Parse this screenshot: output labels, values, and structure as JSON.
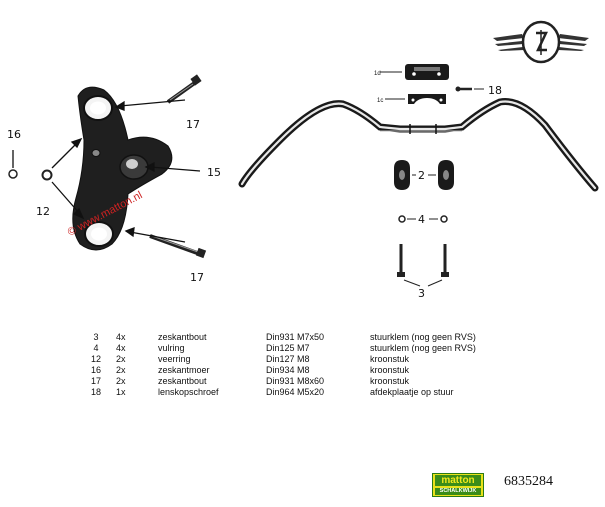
{
  "callouts": {
    "n16": "16",
    "n12": "12",
    "n17_top": "17",
    "n15": "15",
    "n17_bottom": "17",
    "n18": "18",
    "n2": "2",
    "n4": "4",
    "n3": "3",
    "sub_1d": "1d",
    "sub_1c": "1c"
  },
  "watermark": "© www.matton.nl",
  "parts_table": {
    "rows": [
      {
        "nr": "3",
        "qty": "4x",
        "name": "zeskantbout",
        "norm": "Din931 M7x50",
        "use": "stuurklem (nog geen RVS)"
      },
      {
        "nr": "4",
        "qty": "4x",
        "name": "vulring",
        "norm": "Din125 M7",
        "use": "stuurklem (nog geen RVS)"
      },
      {
        "nr": "12",
        "qty": "2x",
        "name": "veerring",
        "norm": "Din127 M8",
        "use": "kroonstuk"
      },
      {
        "nr": "16",
        "qty": "2x",
        "name": "zeskantmoer",
        "norm": "Din934 M8",
        "use": "kroonstuk"
      },
      {
        "nr": "17",
        "qty": "2x",
        "name": "zeskantbout",
        "norm": "Din931 M8x60",
        "use": "kroonstuk"
      },
      {
        "nr": "18",
        "qty": "1x",
        "name": "lenskopschroef",
        "norm": "Din964 M5x20",
        "use": "afdekplaatje op stuur"
      }
    ]
  },
  "logo": {
    "name": "matton",
    "subtitle": "SCHALKWIJK"
  },
  "part_number": "6835284"
}
